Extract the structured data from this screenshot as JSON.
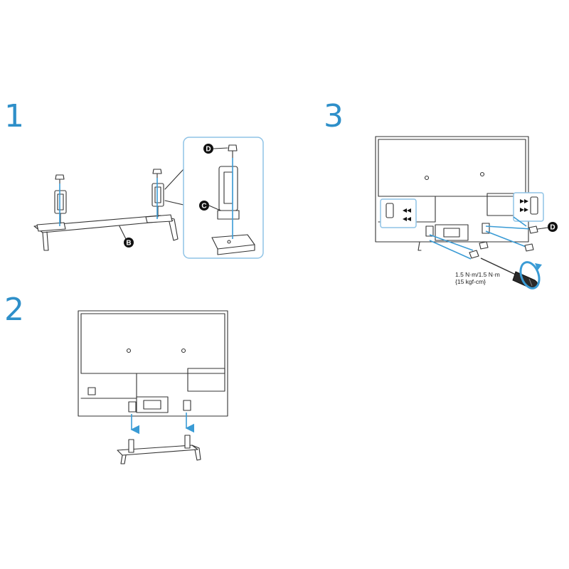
{
  "steps": [
    {
      "number": "1"
    },
    {
      "number": "2"
    },
    {
      "number": "3"
    }
  ],
  "callouts": {
    "b": "B",
    "c": "C",
    "d": "D"
  },
  "torque": {
    "line1": "1.5 N·m/1.5 N·m",
    "line2": "{15 kgf-cm}"
  },
  "colors": {
    "step_number": "#2e8fc9",
    "arrow": "#3a9bd5",
    "zoom_frame": "#8fc3e6",
    "line": "#333333"
  },
  "icons": [
    "screw-icon",
    "screwdriver-icon",
    "rotation-arrow-icon",
    "down-arrow-icon",
    "slide-arrow-icon"
  ]
}
